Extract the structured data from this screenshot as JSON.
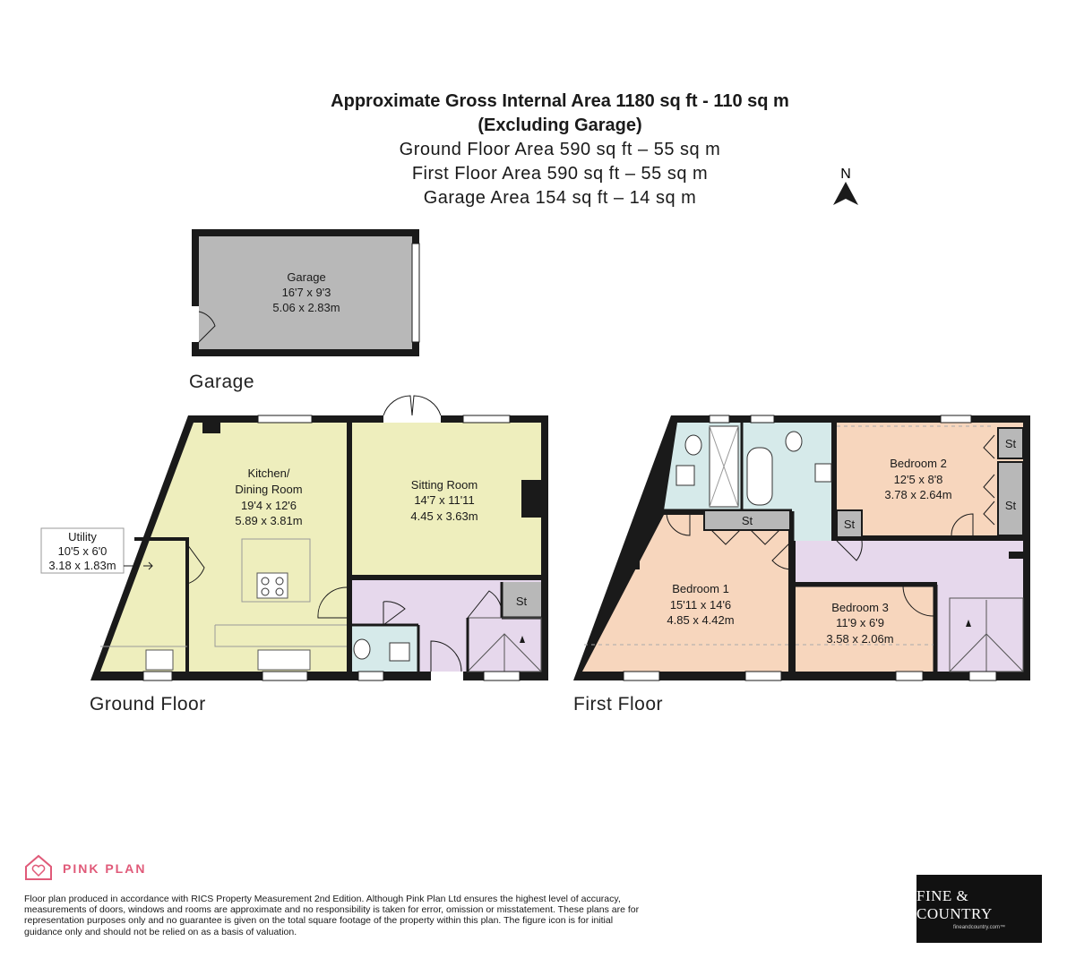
{
  "header": {
    "line1": "Approximate Gross Internal Area 1180 sq ft - 110 sq m",
    "line2": "(Excluding Garage)",
    "line3": "Ground Floor Area 590 sq ft – 55 sq m",
    "line4": "First Floor Area 590 sq ft – 55 sq m",
    "line5": "Garage Area 154 sq ft – 14 sq m"
  },
  "compass": {
    "letter": "N"
  },
  "floors": {
    "garage": "Garage",
    "ground": "Ground Floor",
    "first": "First Floor"
  },
  "rooms": {
    "garage": {
      "name": "Garage",
      "imperial": "16'7 x 9'3",
      "metric": "5.06 x 2.83m"
    },
    "kitchen": {
      "name1": "Kitchen/",
      "name2": "Dining Room",
      "imperial": "19'4 x 12'6",
      "metric": "5.89 x 3.81m"
    },
    "sitting": {
      "name": "Sitting Room",
      "imperial": "14'7 x 11'11",
      "metric": "4.45 x 3.63m"
    },
    "utility": {
      "name": "Utility",
      "imperial": "10'5 x 6'0",
      "metric": "3.18 x 1.83m"
    },
    "bedroom1": {
      "name": "Bedroom 1",
      "imperial": "15'11 x 14'6",
      "metric": "4.85 x 4.42m"
    },
    "bedroom2": {
      "name": "Bedroom 2",
      "imperial": "12'5 x 8'8",
      "metric": "3.78 x 2.64m"
    },
    "bedroom3": {
      "name": "Bedroom 3",
      "imperial": "11'9 x 6'9",
      "metric": "3.58 x 2.06m"
    },
    "store": "St"
  },
  "colors": {
    "garage": "#b8b8b8",
    "kitchen": "#eeeebd",
    "hall": "#e6d8ec",
    "wet": "#d6eaea",
    "bedroom": "#f7d6bd",
    "wall": "#1a1a1a",
    "brand": "#e05a79"
  },
  "brand": {
    "name": "PINK PLAN",
    "icon": "house-heart-icon"
  },
  "disclaimer": "Floor plan produced in accordance with RICS Property Measurement 2nd Edition. Although Pink Plan Ltd ensures the highest level of accuracy, measurements of doors, windows and rooms are approximate and no responsibility is taken for error, omission or misstatement. These plans are for representation purposes only and no guarantee is given on the total square footage of the property within this plan. The figure icon is for initial guidance only and should not be relied on as a basis of valuation.",
  "logo": {
    "main": "FINE & COUNTRY",
    "sub": "fineandcountry.com™"
  }
}
